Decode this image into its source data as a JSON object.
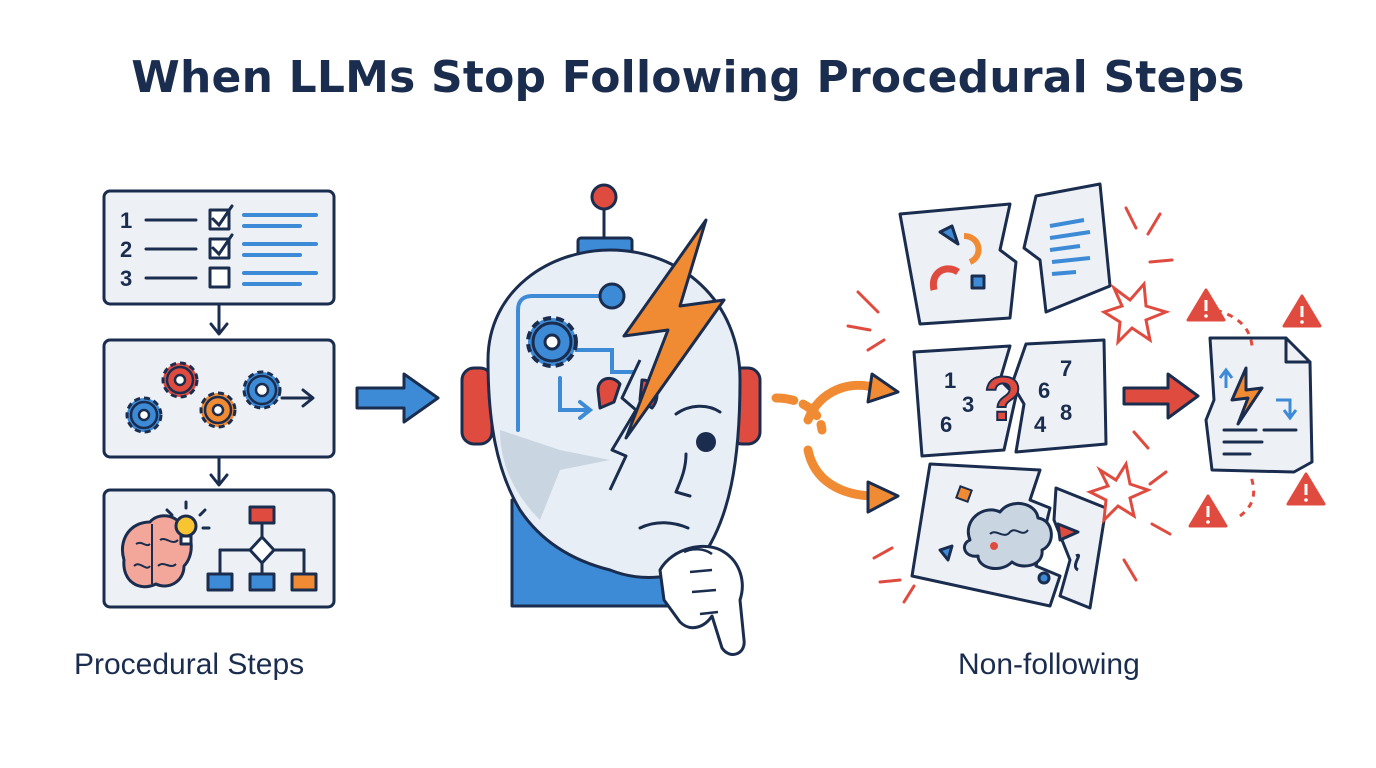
{
  "title": "When LLMs Stop Following Procedural Steps",
  "captions": {
    "left": "Procedural Steps",
    "right": "Non-following"
  },
  "checklist": {
    "numbers": [
      "1",
      "2",
      "3"
    ],
    "checked": [
      true,
      true,
      false
    ]
  },
  "scrambled_digits": [
    "1",
    "3",
    "6",
    "6",
    "7",
    "8",
    "4"
  ],
  "question_mark": "?",
  "colors": {
    "ink": "#1b2d4f",
    "blue": "#3d8bd6",
    "orange": "#f08a33",
    "red": "#e04b3f",
    "panel_fill": "#edf1f6",
    "brain_pink": "#f2a79a",
    "bulb_yellow": "#f7c531"
  },
  "icons": [
    "checklist-icon",
    "gears-icon",
    "brain-icon",
    "lightbulb-icon",
    "flowchart-icon",
    "robot-head-icon",
    "lightning-bolt-icon",
    "broken-document-icon",
    "warning-icon",
    "thought-cloud-icon"
  ]
}
